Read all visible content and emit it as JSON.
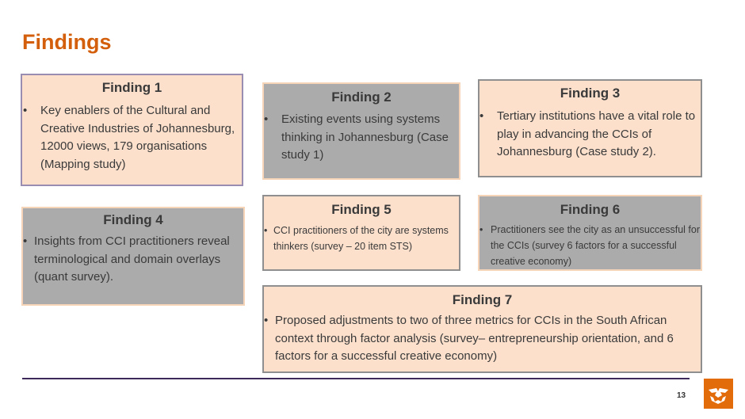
{
  "slide": {
    "title": "Findings",
    "page_number": "13"
  },
  "findings": [
    {
      "heading": "Finding 1",
      "bullet": "•",
      "text": "Key enablers of the Cultural and Creative Industries of Johannesburg, 12000 views, 179 organisations (Mapping study)"
    },
    {
      "heading": "Finding 2",
      "bullet": "•",
      "text": "Existing events using systems thinking in Johannesburg (Case study 1)"
    },
    {
      "heading": "Finding 3",
      "bullet": "•",
      "text": "Tertiary institutions have a vital role to play in advancing the CCIs of Johannesburg (Case study 2)."
    },
    {
      "heading": "Finding 4",
      "bullet": "•",
      "text": "Insights from CCI practitioners reveal terminological and domain overlays (quant survey)."
    },
    {
      "heading": "Finding 5",
      "bullet": "•",
      "text": "CCI practitioners of the city are systems thinkers (survey  – 20 item STS)"
    },
    {
      "heading": "Finding 6",
      "bullet": "•",
      "text": "Practitioners see the city as an unsuccessful for the CCIs (survey 6 factors for a successful creative economy)"
    },
    {
      "heading": "Finding 7",
      "bullet": "•",
      "text": "Proposed adjustments to two of three metrics for CCIs in the South African context through factor analysis (survey– entrepreneurship orientation, and 6 factors for a successful creative economy)"
    }
  ],
  "colors": {
    "title": "#d35f0c",
    "peach_fill": "#fce0cc",
    "grey_fill": "#ababab",
    "rule": "#3d2a5a",
    "logo": "#e36c0a"
  },
  "icons": {
    "logo": "university-logo-icon"
  }
}
